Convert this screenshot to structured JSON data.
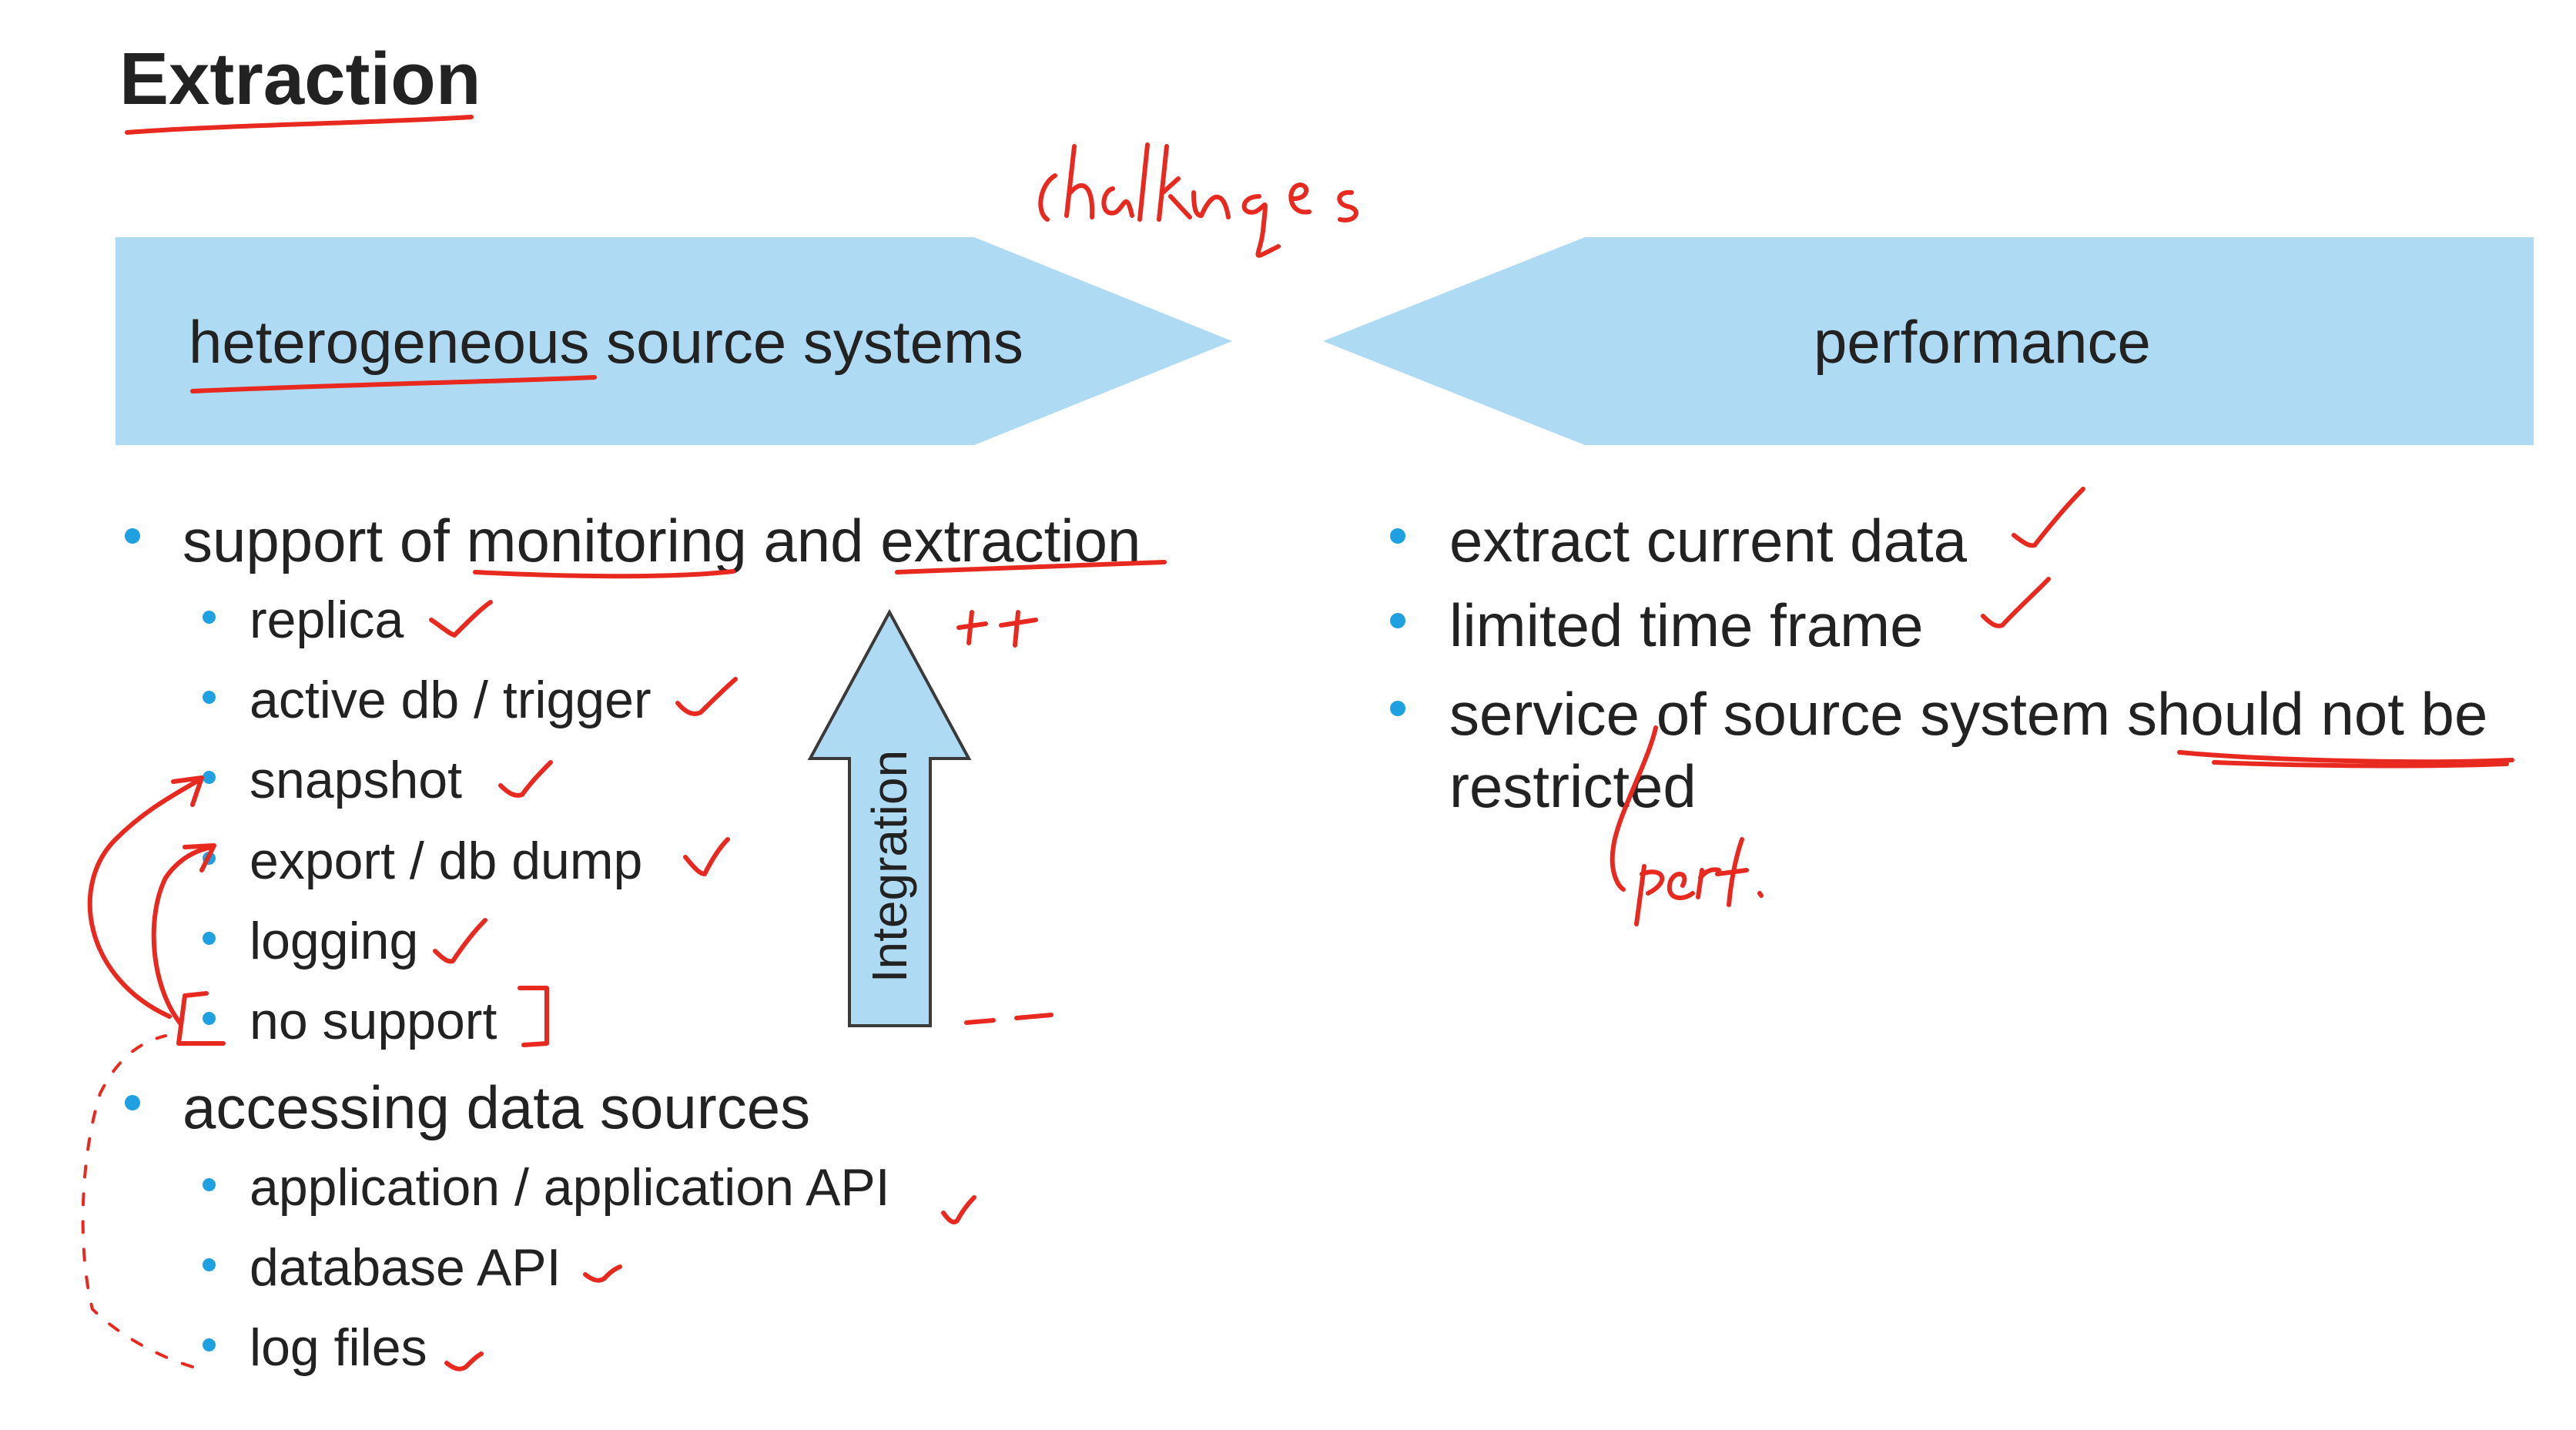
{
  "slide": {
    "title": "Extraction",
    "banner_left": "heterogeneous source systems",
    "banner_right": "performance",
    "arrow_label": "Integration",
    "left_list": [
      {
        "text": "support of monitoring and extraction"
      },
      {
        "text": "replica"
      },
      {
        "text": "active db / trigger"
      },
      {
        "text": "snapshot"
      },
      {
        "text": "export / db dump"
      },
      {
        "text": "logging"
      },
      {
        "text": "no support"
      },
      {
        "text": "accessing data sources"
      },
      {
        "text": "application / application API"
      },
      {
        "text": "database API"
      },
      {
        "text": "log files"
      }
    ],
    "right_list": [
      {
        "text": "extract current data"
      },
      {
        "text": "limited time frame"
      },
      {
        "text": "service of source system should not be"
      },
      {
        "text": "restricted"
      }
    ]
  },
  "colors": {
    "banner_fill": "#aedaf3",
    "bullet": "#1fa0e0",
    "ink": "#e8291f",
    "text": "#222222"
  },
  "annotations": {
    "handwriting_challenges": "challenges",
    "handwriting_perf": "perf.",
    "handwriting_plus": "++",
    "handwriting_minus": "--"
  }
}
